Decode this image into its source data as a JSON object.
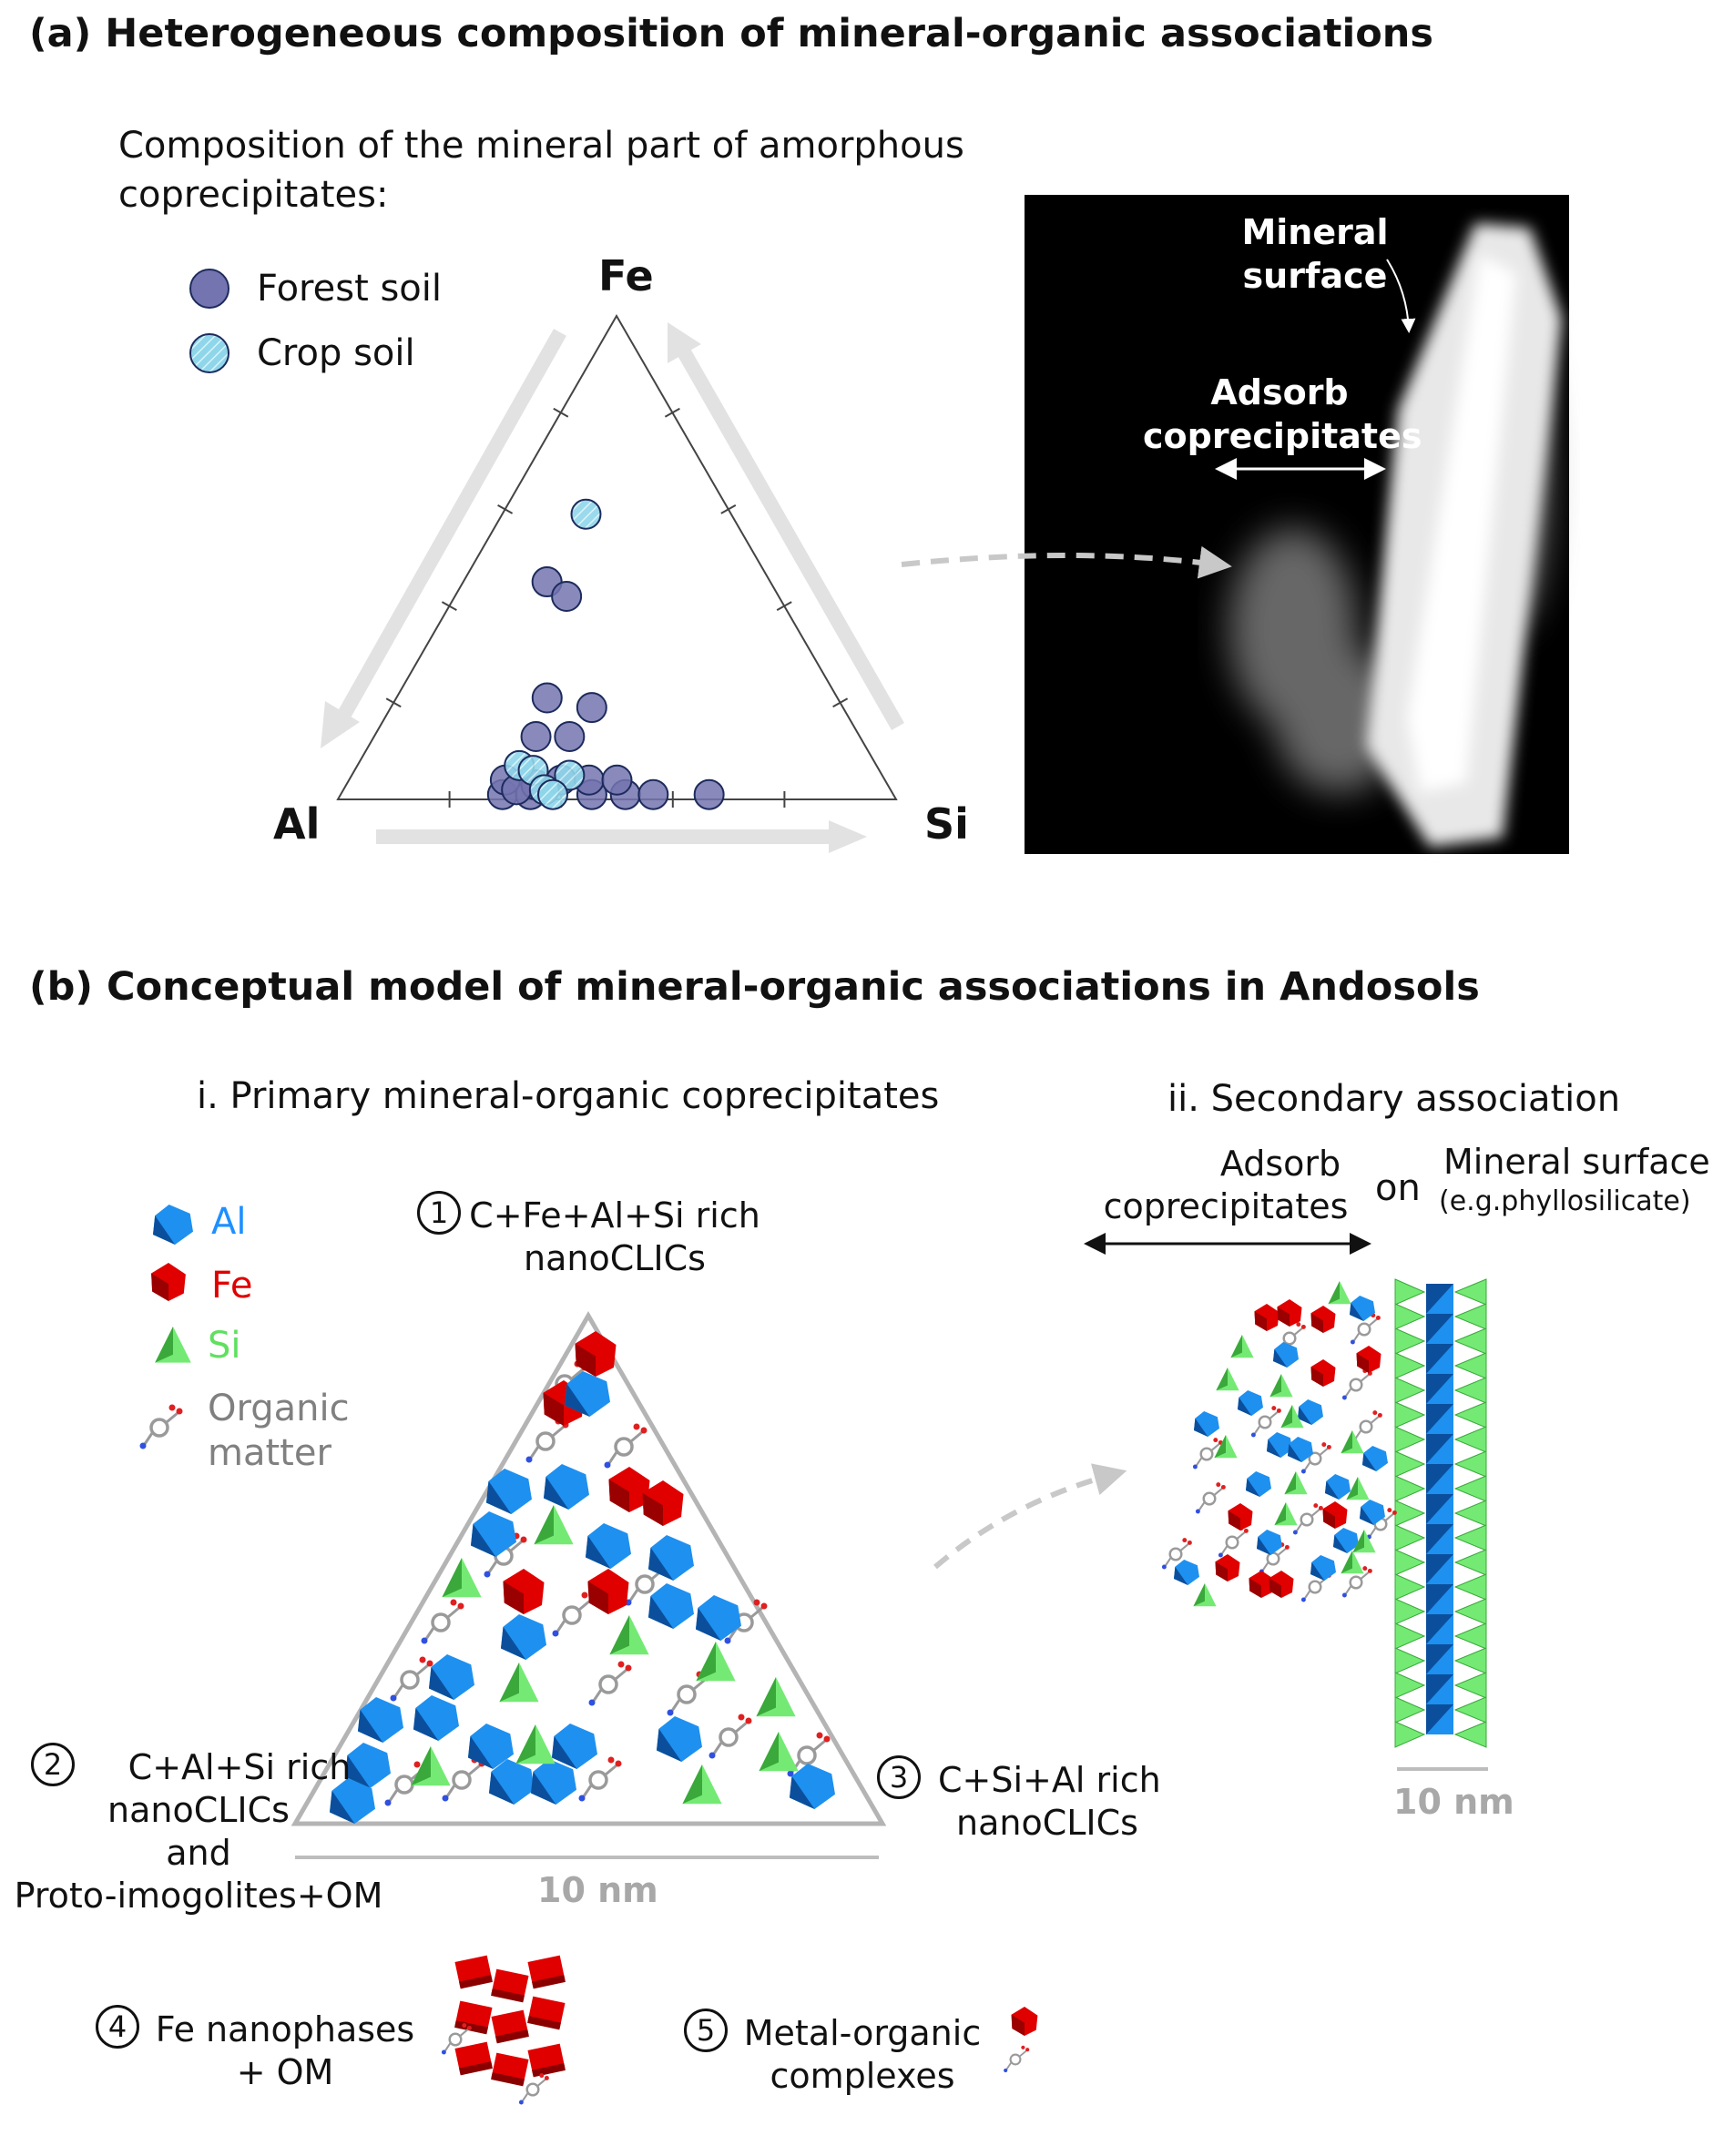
{
  "panel_a": {
    "title": "(a) Heterogeneous composition of mineral-organic associations",
    "subtitle_line1": "Composition of the mineral part of amorphous",
    "subtitle_line2": "coprecipitates:",
    "tem_image": {
      "label_mineral_line1": "Mineral",
      "label_mineral_line2": "surface",
      "label_adsorb_line1": "Adsorb",
      "label_adsorb_line2": "coprecipitates"
    }
  },
  "chart_data": {
    "type": "scatter",
    "subtype": "ternary",
    "vertices": {
      "top": "Fe",
      "left": "Al",
      "right": "Si"
    },
    "tick_step": 0.2,
    "legend": [
      "Forest soil",
      "Crop soil"
    ],
    "legend_placement": "top-left",
    "series": [
      {
        "name": "Forest soil",
        "color": "#7474b0",
        "points": [
          {
            "fe": 0.45,
            "si": 0.15,
            "al": 0.4
          },
          {
            "fe": 0.42,
            "si": 0.2,
            "al": 0.38
          },
          {
            "fe": 0.21,
            "si": 0.27,
            "al": 0.52
          },
          {
            "fe": 0.19,
            "si": 0.36,
            "al": 0.45
          },
          {
            "fe": 0.13,
            "si": 0.29,
            "al": 0.58
          },
          {
            "fe": 0.13,
            "si": 0.35,
            "al": 0.52
          },
          {
            "fe": 0.01,
            "si": 0.29,
            "al": 0.7
          },
          {
            "fe": 0.01,
            "si": 0.34,
            "al": 0.65
          },
          {
            "fe": 0.01,
            "si": 0.45,
            "al": 0.54
          },
          {
            "fe": 0.01,
            "si": 0.51,
            "al": 0.48
          },
          {
            "fe": 0.01,
            "si": 0.56,
            "al": 0.43
          },
          {
            "fe": 0.01,
            "si": 0.66,
            "al": 0.33
          },
          {
            "fe": 0.04,
            "si": 0.28,
            "al": 0.68
          },
          {
            "fe": 0.04,
            "si": 0.38,
            "al": 0.58
          },
          {
            "fe": 0.04,
            "si": 0.43,
            "al": 0.53
          },
          {
            "fe": 0.04,
            "si": 0.48,
            "al": 0.48
          },
          {
            "fe": 0.03,
            "si": 0.34,
            "al": 0.63
          },
          {
            "fe": 0.02,
            "si": 0.31,
            "al": 0.67
          }
        ]
      },
      {
        "name": "Crop soil",
        "color": "#8fd6ea",
        "points": [
          {
            "fe": 0.59,
            "si": 0.15,
            "al": 0.26
          },
          {
            "fe": 0.07,
            "si": 0.29,
            "al": 0.64
          },
          {
            "fe": 0.06,
            "si": 0.32,
            "al": 0.62
          },
          {
            "fe": 0.05,
            "si": 0.39,
            "al": 0.56
          },
          {
            "fe": 0.02,
            "si": 0.36,
            "al": 0.62
          },
          {
            "fe": 0.01,
            "si": 0.38,
            "al": 0.61
          }
        ]
      }
    ]
  },
  "panel_b": {
    "title": "(b) Conceptual model of mineral-organic associations in Andosols",
    "section_i": "i. Primary mineral-organic coprecipitates",
    "section_ii": "ii. Secondary association",
    "legend": [
      {
        "label": "Al",
        "color": "#1e90ff"
      },
      {
        "label": "Fe",
        "color": "#e00000"
      },
      {
        "label": "Si",
        "color": "#6ee66e"
      },
      {
        "label_line1": "Organic",
        "label_line2": "matter",
        "color": "#808080"
      }
    ],
    "types": [
      {
        "num": "1",
        "line1": "C+Fe+Al+Si rich",
        "line2": "nanoCLICs"
      },
      {
        "num": "2",
        "line1": "C+Al+Si rich",
        "line2": "nanoCLICs",
        "line3": "and",
        "line4": "Proto-imogolites+OM"
      },
      {
        "num": "3",
        "line1": "C+Si+Al rich",
        "line2": "nanoCLICs"
      },
      {
        "num": "4",
        "line1": "Fe nanophases",
        "line2": "+ OM"
      },
      {
        "num": "5",
        "line1": "Metal-organic",
        "line2": "complexes"
      }
    ],
    "scale_bar_label": "10 nm",
    "secondary": {
      "adsorb_line1": "Adsorb",
      "adsorb_line2": "coprecipitates",
      "on": "on",
      "mineral_surface": "Mineral surface",
      "mineral_example": "(e.g.phyllosilicate)",
      "scale_bar_label": "10 nm"
    }
  }
}
